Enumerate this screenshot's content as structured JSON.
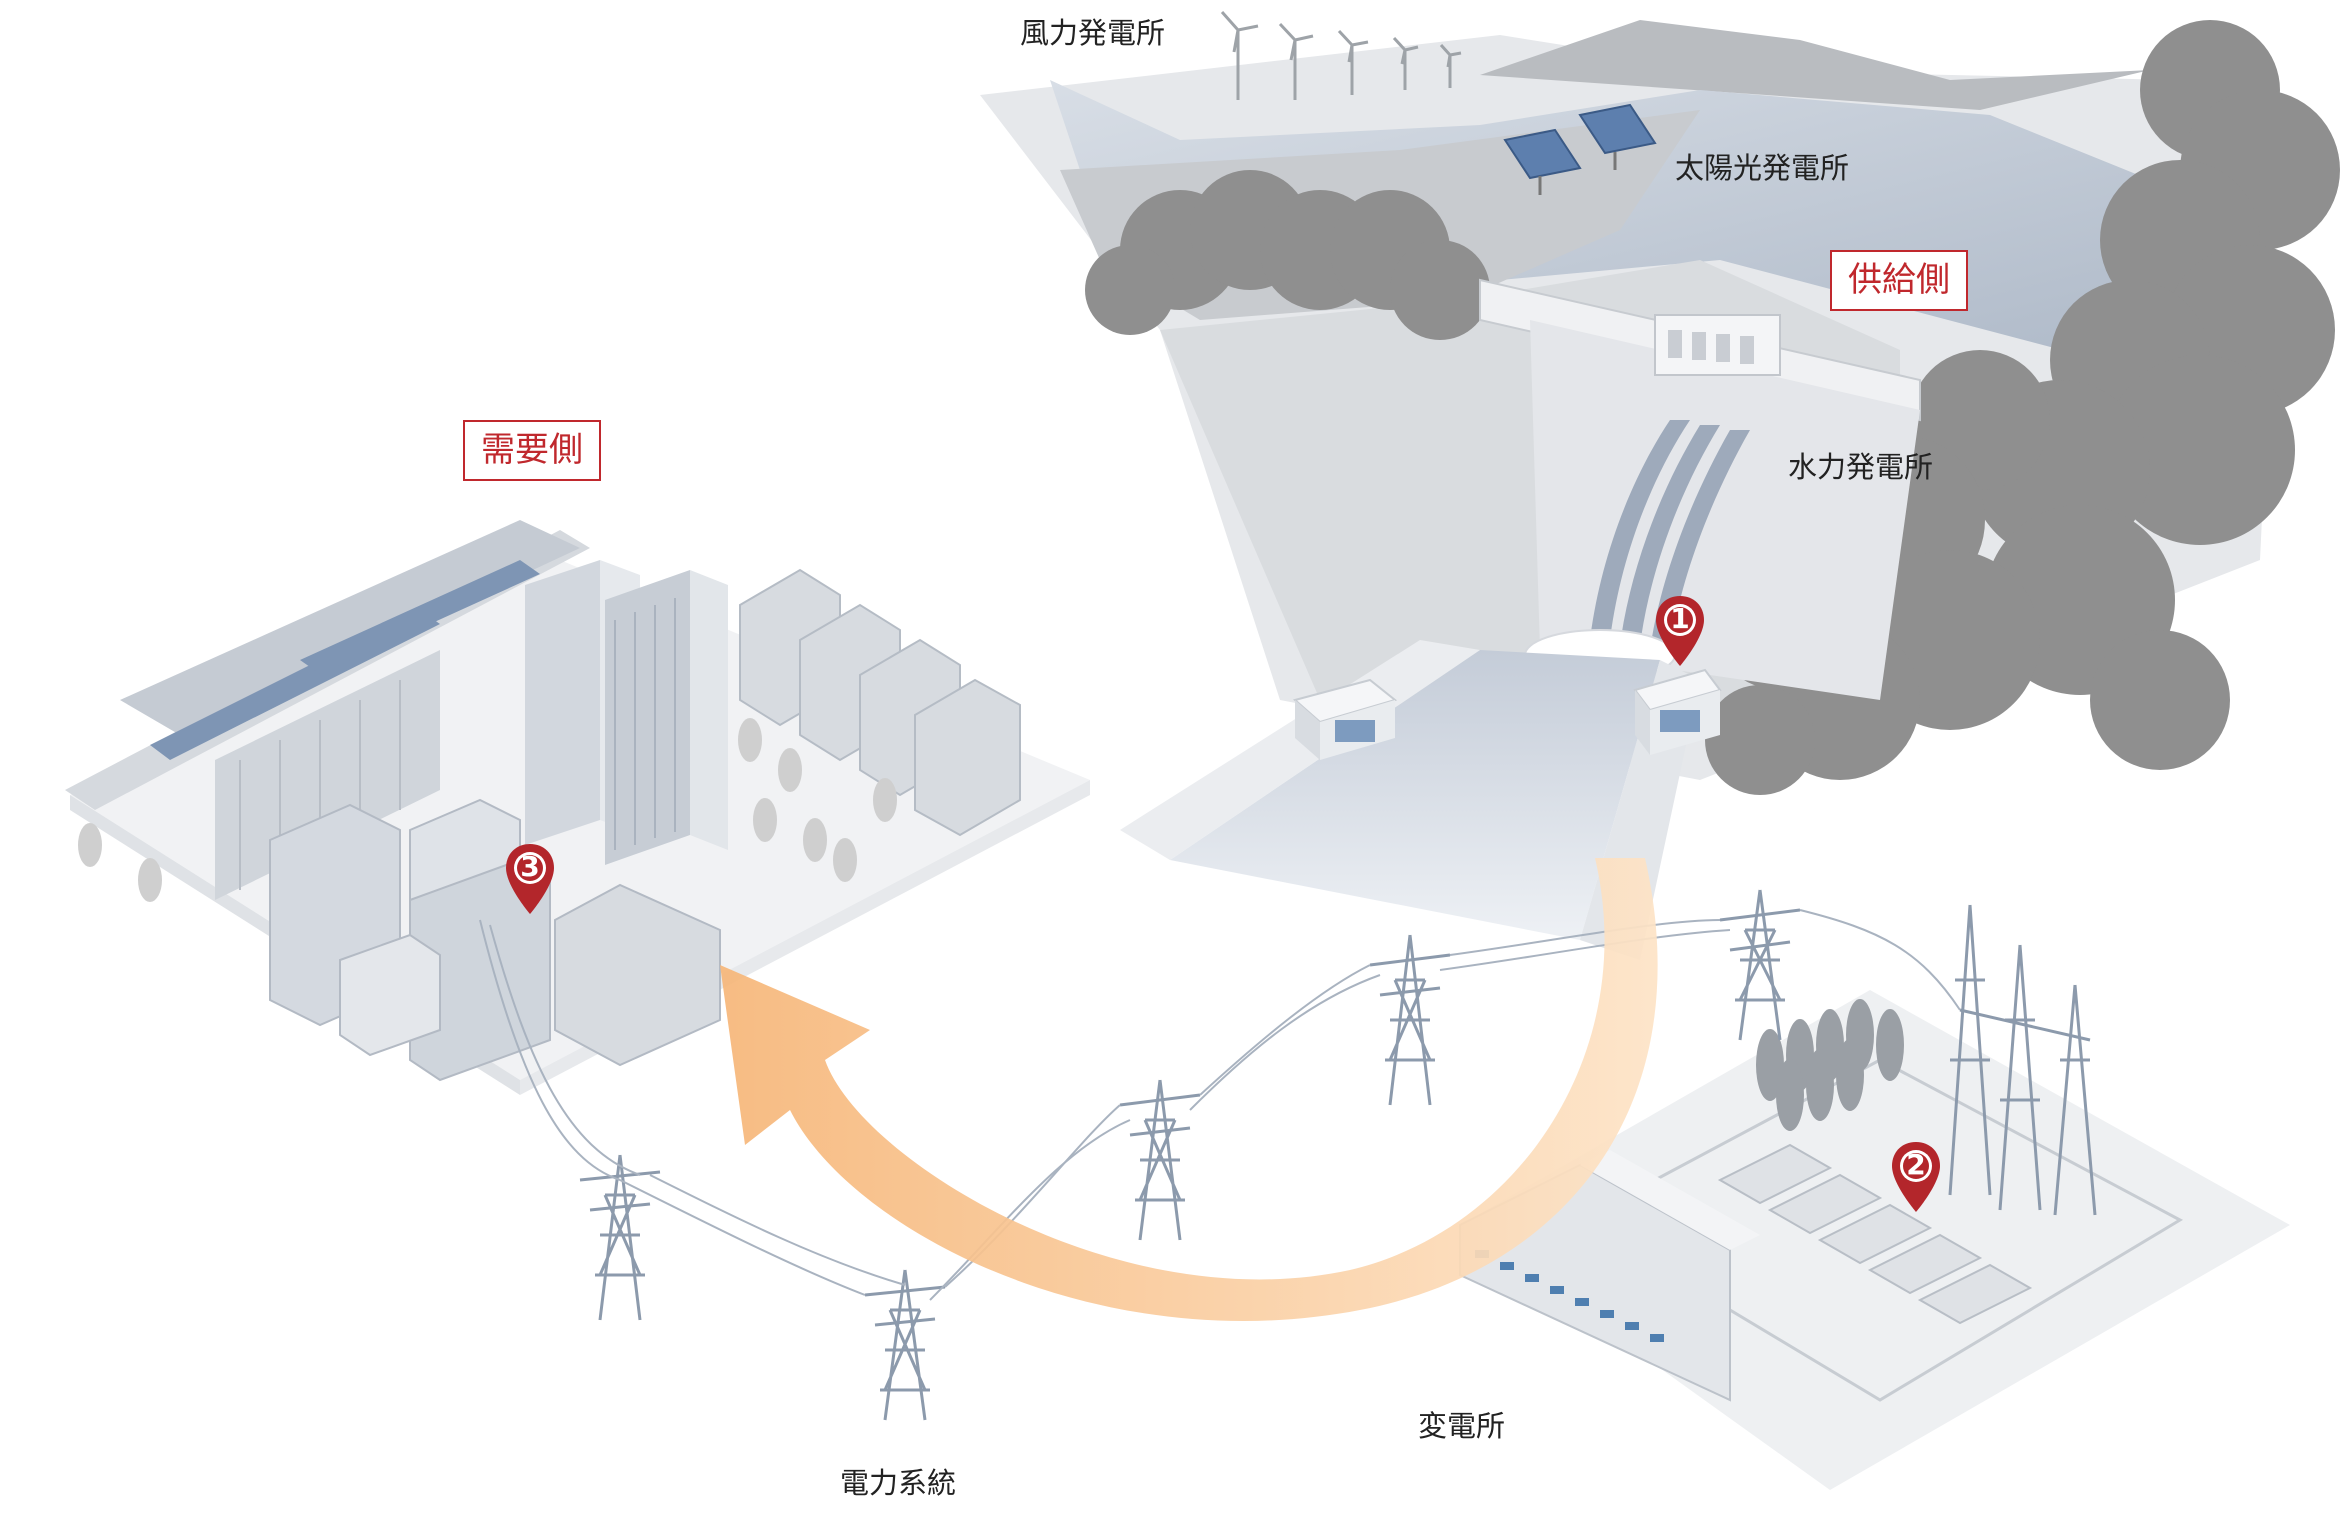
{
  "labels": {
    "wind": "風力発電所",
    "solar": "太陽光発電所",
    "hydro": "水力発電所",
    "substation": "変電所",
    "grid": "電力系統"
  },
  "sides": {
    "supply": "供給側",
    "demand": "需要側"
  },
  "markers": [
    "1",
    "2",
    "3"
  ],
  "colors": {
    "accent_red": "#c0282d",
    "arrow_orange": "#f5b77a",
    "building": "#cfd5dc",
    "tree": "#9a9a9a",
    "water": "#b8c4d4"
  }
}
